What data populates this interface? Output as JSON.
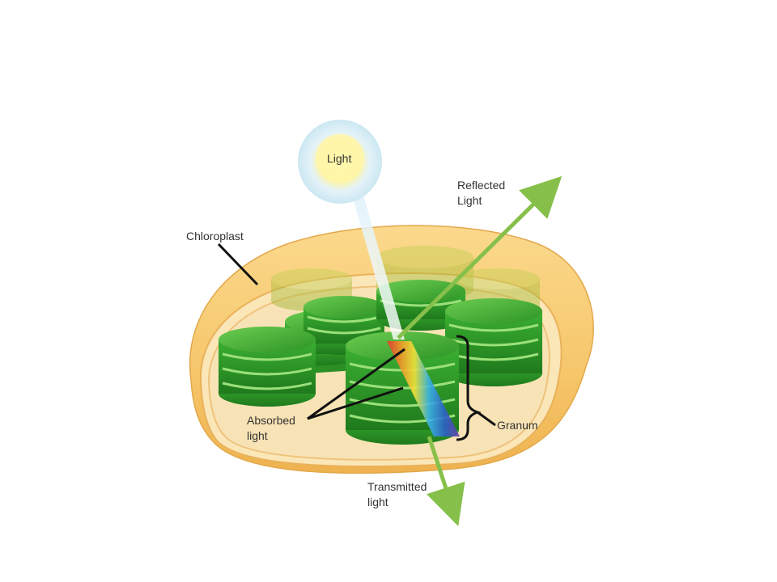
{
  "labels": {
    "light": "Light",
    "reflected": [
      "Reflected",
      "Light"
    ],
    "chloroplast": "Chloroplast",
    "absorbed": [
      "Absorbed",
      "light"
    ],
    "granum": "Granum",
    "transmitted": [
      "Transmitted",
      "light"
    ]
  },
  "colors": {
    "outer_membrane": "#f8c060",
    "stroma": "#f8e4b8",
    "thylakoid_green": "#2f9a2a",
    "thylakoid_highlight": "#7cd45c",
    "light_arrow": "#86c04a",
    "sun_core": "#fff7b0",
    "sun_halo": "#d6eef7"
  }
}
